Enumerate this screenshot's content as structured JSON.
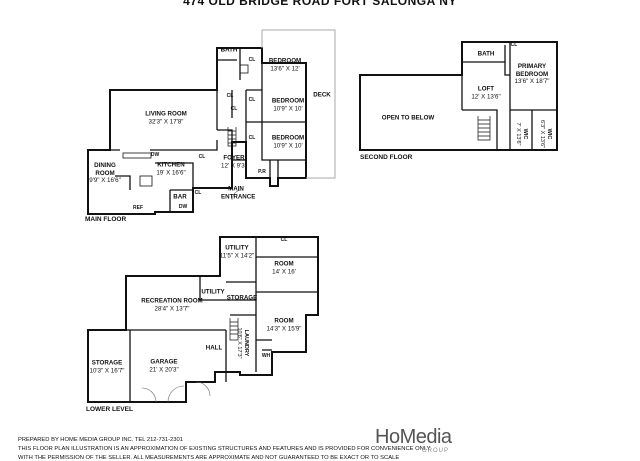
{
  "header": {
    "title": "474 OLD BRIDGE ROAD FORT SALONGA NY"
  },
  "main_floor": {
    "section_label": "MAIN FLOOR",
    "rooms": [
      {
        "key": "bath",
        "name": "BATH",
        "dims": ""
      },
      {
        "key": "bed1",
        "name": "BEDROOM",
        "dims": "13'6\" X 12'"
      },
      {
        "key": "bed2",
        "name": "BEDROOM",
        "dims": "10'9\" X 10'"
      },
      {
        "key": "bed3",
        "name": "BEDROOM",
        "dims": "10'9\" X 10'"
      },
      {
        "key": "living",
        "name": "LIVING ROOM",
        "dims": "32'3\" X 17'8\""
      },
      {
        "key": "dining",
        "name": "DINING ROOM",
        "dims": "9'9\" X 16'6\""
      },
      {
        "key": "kitchen",
        "name": "KITCHEN",
        "dims": "19' X 16'6\""
      },
      {
        "key": "foyer",
        "name": "FOYER",
        "dims": "12' X 9'3\""
      },
      {
        "key": "entrance",
        "name": "MAIN ENTRANCE",
        "dims": ""
      },
      {
        "key": "deck",
        "name": "DECK",
        "dims": ""
      },
      {
        "key": "bar",
        "name": "BAR",
        "dims": ""
      }
    ],
    "tags": {
      "cl": "CL",
      "dw": "DW",
      "ref": "REF",
      "pr": "P.R"
    }
  },
  "second_floor": {
    "section_label": "SECOND FLOOR",
    "rooms": [
      {
        "key": "bath",
        "name": "BATH",
        "dims": ""
      },
      {
        "key": "primary",
        "name": "PRIMARY BEDROOM",
        "dims": "13'6\" X 18'7\""
      },
      {
        "key": "open",
        "name": "OPEN TO BELOW",
        "dims": ""
      },
      {
        "key": "loft",
        "name": "LOFT",
        "dims": "12' X 13'6\""
      }
    ],
    "wic": [
      {
        "name": "WIC",
        "dims": "7' X 13'6\""
      },
      {
        "name": "WIC",
        "dims": "6'3\" X 13'6\""
      }
    ],
    "tags": {
      "cl": "CL"
    }
  },
  "lower_level": {
    "section_label": "LOWER LEVEL",
    "rooms": [
      {
        "key": "utility1",
        "name": "UTILITY",
        "dims": "11'5\" X 14'2\""
      },
      {
        "key": "room1",
        "name": "ROOM",
        "dims": "14' X 16'"
      },
      {
        "key": "rec",
        "name": "RECREATION ROOM",
        "dims": "28'4\" X 13'7\""
      },
      {
        "key": "utility2",
        "name": "UTILITY",
        "dims": ""
      },
      {
        "key": "storage1",
        "name": "STORAGE",
        "dims": ""
      },
      {
        "key": "room2",
        "name": "ROOM",
        "dims": "14'3\" X 15'9\""
      },
      {
        "key": "hall",
        "name": "HALL",
        "dims": ""
      },
      {
        "key": "laundry",
        "name": "LAUNDRY",
        "dims": "10'6\" X 17'3\""
      },
      {
        "key": "garage",
        "name": "GARAGE",
        "dims": "21' X 20'3\""
      },
      {
        "key": "storage2",
        "name": "STORAGE",
        "dims": "10'3\" X 16'7\""
      }
    ],
    "tags": {
      "cl": "CL",
      "wh": "WH"
    }
  },
  "footer": {
    "line1": "PREPARED  BY  HOME MEDIA GROUP INC.  TEL 212-731-2301",
    "line2": "THIS FLOOR PLAN ILLUSTRATION IS AN APPROXIMATION OF EXISTING STRUCTURES AND FEATURES AND IS PROVIDED FOR CONVENIENCE ONLY",
    "line3": "WITH THE PERMISSION OF THE SELLER. ALL MEASUREMENTS ARE APPROXIMATE AND NOT GUARANTEED TO BE EXACT OR TO SCALE"
  },
  "logo": {
    "main": "HoMedia",
    "sub": "GROUP"
  }
}
